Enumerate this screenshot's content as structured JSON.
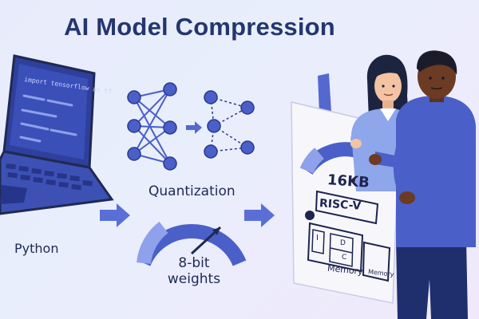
{
  "title": "AI Model Compression",
  "laptop": {
    "code_line": "import tensorflow as tf",
    "label": "Python"
  },
  "network": {
    "label": "Quantization"
  },
  "gauge": {
    "label_line1": "8-bit",
    "label_line2": "weights"
  },
  "board": {
    "memory_size": "16KB",
    "cpu_label": "RISC-V",
    "block_i": "I",
    "block_d": "D",
    "block_c": "C",
    "memory_label": "Memory",
    "memory_label_2": "Memory"
  },
  "colors": {
    "accent": "#4a5fc8",
    "dark": "#1f2a52",
    "light_blue": "#8ea1ea"
  }
}
